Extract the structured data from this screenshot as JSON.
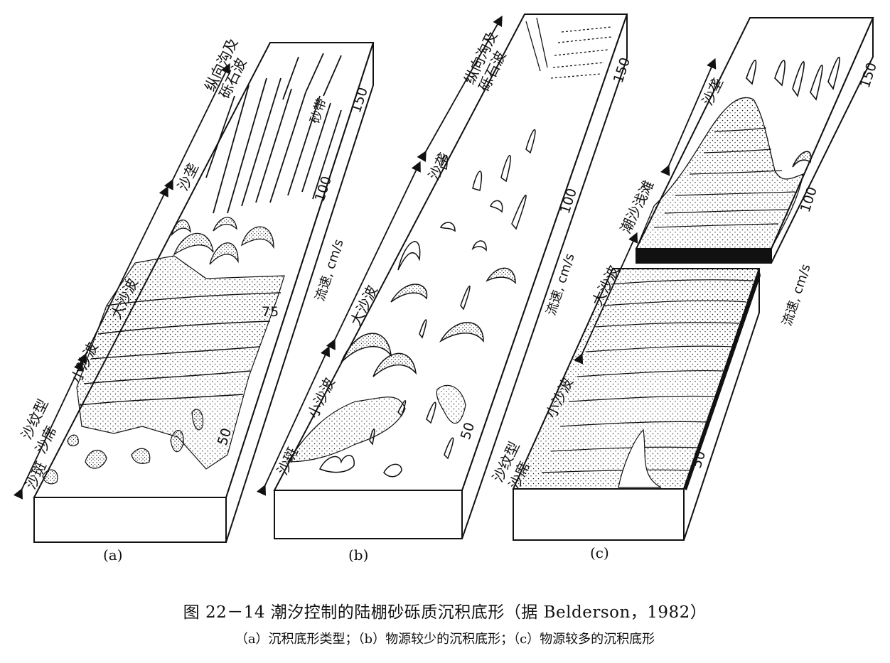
{
  "panels": [
    {
      "label": "(a)",
      "velocity_ticks": [
        "150",
        "100",
        "75",
        "50"
      ],
      "velocity_axis_label": "流速, cm/s",
      "zones": [
        "纵向沟及\n砾石波",
        "沙垄",
        "大沙波",
        "小沙波",
        "沙纹型",
        "沙席",
        "沙斑"
      ],
      "inline_label": "砂带"
    },
    {
      "label": "(b)",
      "velocity_ticks": [
        "150",
        "100",
        "50"
      ],
      "velocity_axis_label": "流速, cm/s",
      "zones": [
        "纵向沟及\n砾石波",
        "沙垄",
        "大沙波",
        "小沙波",
        "沙斑"
      ]
    },
    {
      "label": "(c)",
      "velocity_ticks": [
        "150",
        "100",
        "50"
      ],
      "velocity_axis_label": "流速, cm/s",
      "zones": [
        "沙垄",
        "潮沙浅滩",
        "大沙波",
        "小沙波",
        "沙纹型",
        "沙席"
      ]
    }
  ],
  "caption": {
    "title": "图 22－14   潮汐控制的陆棚砂砾质沉积底形（据 Belderson，1982）",
    "subtitle": "（a）沉积底形类型；（b）物源较少的沉积底形；（c）物源较多的沉积底形"
  }
}
